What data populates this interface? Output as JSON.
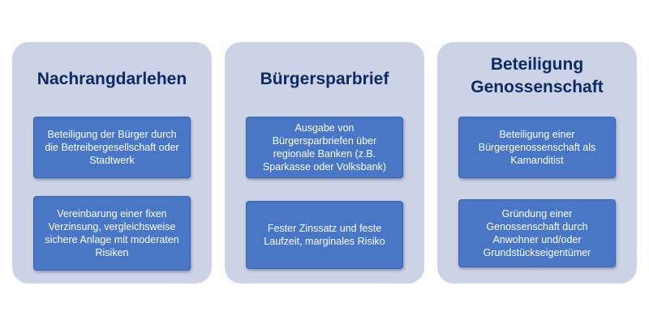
{
  "columns": [
    {
      "title": "Nachrangdarlehen",
      "items": [
        "Beteiligung der Bürger durch die Betreibergesellschaft oder Stadtwerk",
        "Vereinbarung einer fixen Verzinsung, vergleichsweise sichere Anlage mit moderaten Risiken"
      ]
    },
    {
      "title": "Bürgersparbrief",
      "items": [
        "Ausgabe von Bürgersparbriefen über regionale Banken (z.B. Sparkasse oder Volksbank)",
        "Fester Zinssatz und feste Laufzeit, marginales Risiko"
      ]
    },
    {
      "title": "Beteiligung Genossenschaft",
      "items": [
        "Beteiligung einer Bürgergenossenschaft als Kamanditist",
        "Gründung einer Genossenschaft durch Anwohner und/oder Grundstückseigentümer"
      ]
    }
  ],
  "colors": {
    "panel_background": "#cdd3e7",
    "title_text": "#0c2a63",
    "card_background": "#4a76c6",
    "card_text": "#ffffff"
  }
}
